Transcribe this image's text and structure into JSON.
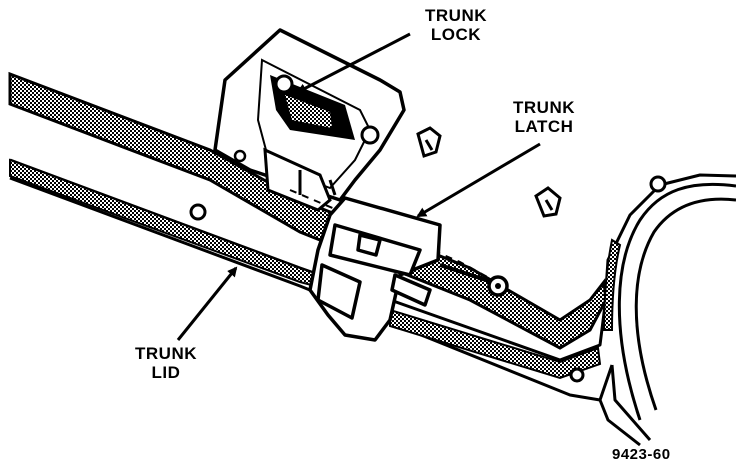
{
  "labels": {
    "trunk_lock": [
      "TRUNK",
      "LOCK"
    ],
    "trunk_latch": [
      "TRUNK",
      "LATCH"
    ],
    "trunk_lid": [
      "TRUNK",
      "LID"
    ]
  },
  "figure_number": "9423-60",
  "colors": {
    "ink": "#000000",
    "paper": "#ffffff"
  }
}
